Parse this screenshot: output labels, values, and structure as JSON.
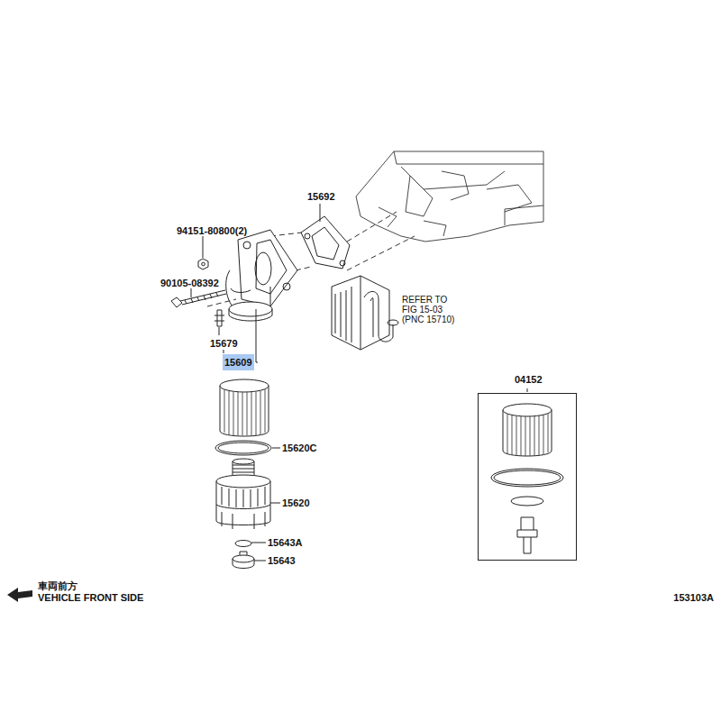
{
  "diagram": {
    "nodes": [
      {
        "text": [
          "15609"
        ]
      },
      {
        "text": [
          "04152"
        ]
      }
    ],
    "labels": [
      "15692",
      "94151-80800(2)",
      "90105-08392",
      "REFER TO FIG 15-03 (PNC 15710)",
      "15679",
      "15620C",
      "15620",
      "15643A",
      "15643",
      "車両前方",
      "VEHICLE FRONT SIDE",
      "153103A"
    ]
  }
}
